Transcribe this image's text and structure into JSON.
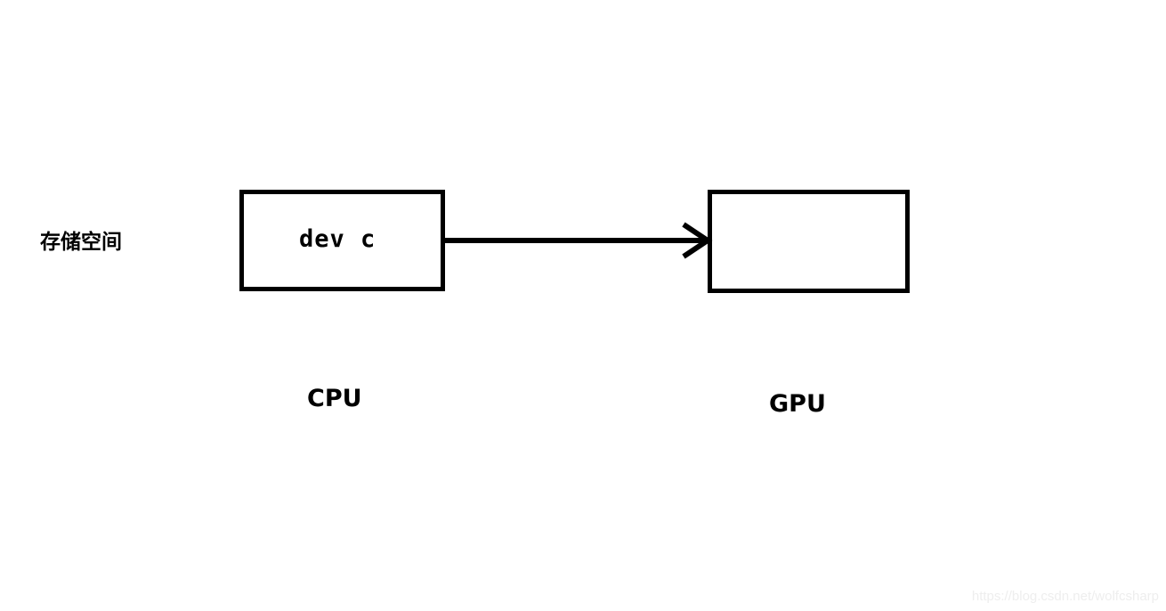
{
  "diagram": {
    "title_text": "",
    "background_color": "#ffffff",
    "stroke_color": "#000000",
    "nodes": [
      {
        "id": "cpu",
        "inner_text": "dev c",
        "caption": "CPU"
      },
      {
        "id": "gpu",
        "inner_text": "",
        "caption": "GPU"
      }
    ],
    "side_label": "存储空间",
    "edge": {
      "from": "cpu",
      "to": "gpu",
      "label": "",
      "arrowhead": "open-v"
    }
  },
  "watermark": {
    "text": "https://blog.csdn.net/wolfcsharp",
    "color": "#eeeeee"
  }
}
